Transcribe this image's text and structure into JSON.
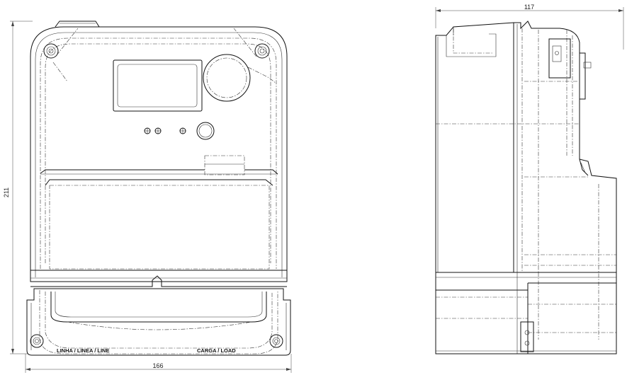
{
  "dimensions": {
    "height": "211",
    "width": "166",
    "depth": "117"
  },
  "labels": {
    "line": "LINHA / LINEA / LINE",
    "load": "CARGA / LOAD"
  }
}
